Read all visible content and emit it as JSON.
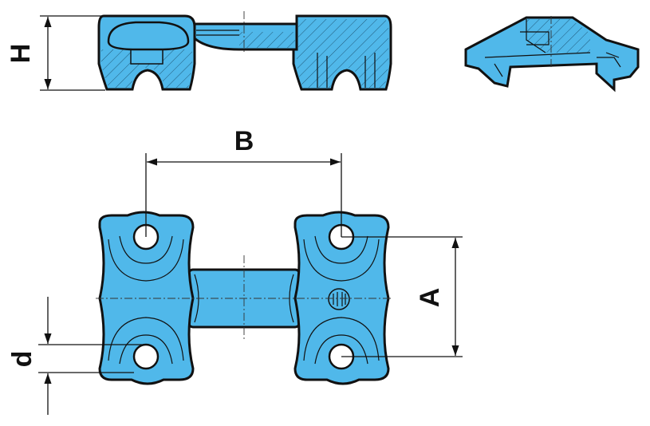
{
  "dimensions": {
    "height_label": "H",
    "pitch_label": "B",
    "width_label": "A",
    "diameter_label": "d"
  },
  "colors": {
    "part_fill": "#50b8ea",
    "outline": "#111111"
  }
}
